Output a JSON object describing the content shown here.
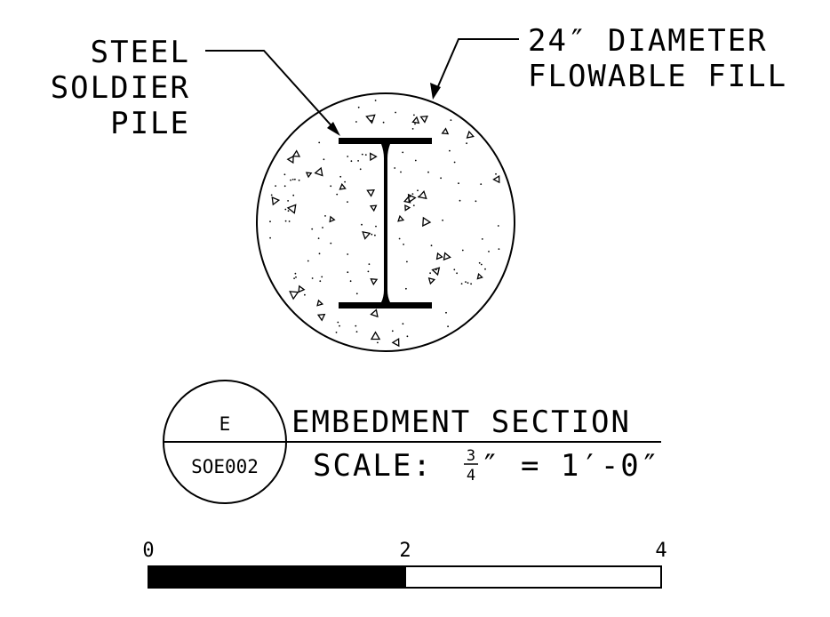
{
  "labels": {
    "pile_line1": "STEEL",
    "pile_line2": "SOLDIER",
    "pile_line3": "PILE",
    "fill_line1": "24″ DIAMETER",
    "fill_line2": "FLOWABLE FILL"
  },
  "section_bubble": {
    "detail": "E",
    "sheet": "SOE002"
  },
  "title": {
    "name": "EMBEDMENT SECTION",
    "scale_label": "SCALE:",
    "scale_numerator": "3",
    "scale_denominator": "4",
    "scale_tail": "″ = 1′-0″"
  },
  "scale_bar": {
    "ticks": [
      "0",
      "2",
      "4"
    ],
    "values": [
      0,
      2,
      4
    ]
  }
}
